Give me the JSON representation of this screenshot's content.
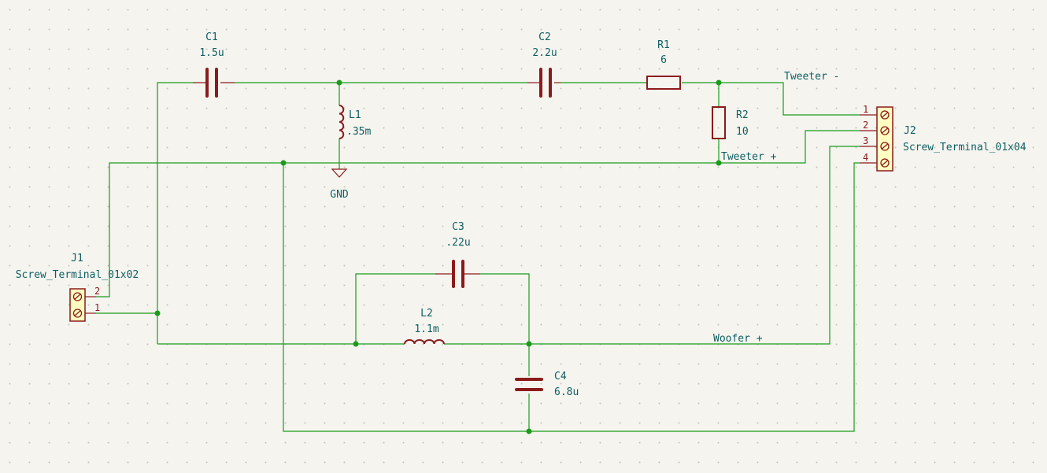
{
  "schematic": {
    "components": {
      "c1": {
        "ref": "C1",
        "value": "1.5u"
      },
      "c2": {
        "ref": "C2",
        "value": "2.2u"
      },
      "r1": {
        "ref": "R1",
        "value": "6"
      },
      "r2": {
        "ref": "R2",
        "value": "10"
      },
      "l1": {
        "ref": "L1",
        "value": ".35m"
      },
      "c3": {
        "ref": "C3",
        "value": ".22u"
      },
      "l2": {
        "ref": "L2",
        "value": "1.1m"
      },
      "c4": {
        "ref": "C4",
        "value": "6.8u"
      },
      "j1": {
        "ref": "J1",
        "value": "Screw_Terminal_01x02",
        "pins": [
          "2",
          "1"
        ]
      },
      "j2": {
        "ref": "J2",
        "value": "Screw_Terminal_01x04",
        "pins": [
          "1",
          "2",
          "3",
          "4"
        ]
      }
    },
    "power": {
      "gnd": "GND"
    },
    "net_labels": {
      "tweeter_minus": "Tweeter -",
      "tweeter_plus": "Tweeter +",
      "woofer_plus": "Woofer +"
    },
    "colors": {
      "background": "#f5f4ef",
      "wire": "#1a9c1a",
      "symbol": "#8b1b1b",
      "symbol_fill": "#ffffc2",
      "text": "#0e5f62"
    }
  }
}
